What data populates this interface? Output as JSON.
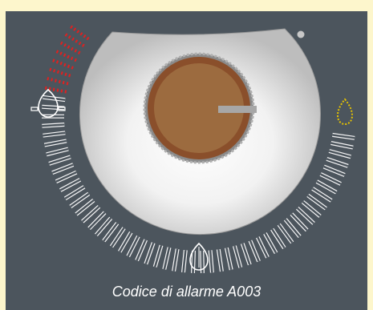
{
  "alarm_message": "Codice di allarme A003",
  "dial": {
    "total_segments": 60,
    "active_segments": 8,
    "colors": {
      "panel_bg": "#4c555d",
      "frame_bg": "#fdf6cc",
      "dial_face": "#d9d9d9",
      "knob_outer": "#8a4f2b",
      "knob_inner": "#9c6b3f",
      "pointer": "#a7a7a7",
      "segment_inactive": "#ffffff",
      "segment_active": "#e02020",
      "indicator": "#e6c300"
    },
    "icons": {
      "left": "water-drop-icon",
      "bottom": "water-drop-icon",
      "right": "water-drop-icon",
      "top_right": "indicator-dot-icon"
    }
  }
}
